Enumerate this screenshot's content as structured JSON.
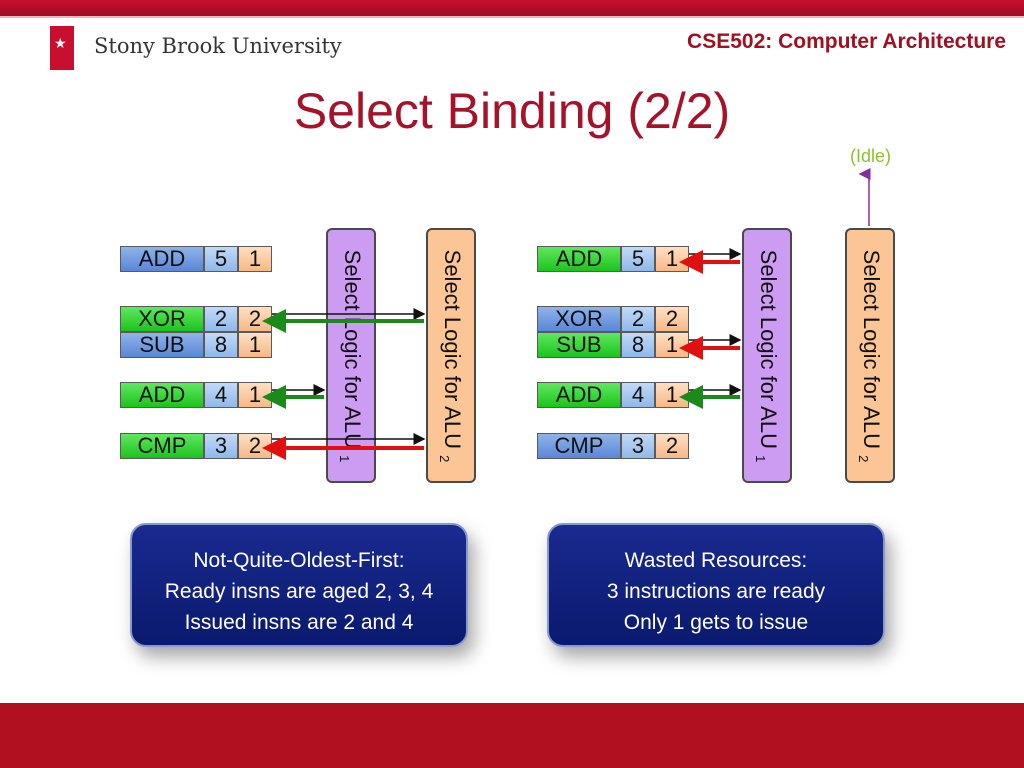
{
  "header": {
    "logo_text": "Stony Brook University",
    "course": "CSE502: Computer Architecture"
  },
  "title": "Select Binding (2/2)",
  "left": {
    "rows": [
      {
        "op": "ADD",
        "age": "5",
        "lat": "1",
        "op_color": "blue"
      },
      {
        "op": "XOR",
        "age": "2",
        "lat": "2",
        "op_color": "green"
      },
      {
        "op": "SUB",
        "age": "8",
        "lat": "1",
        "op_color": "blue"
      },
      {
        "op": "ADD",
        "age": "4",
        "lat": "1",
        "op_color": "green"
      },
      {
        "op": "CMP",
        "age": "3",
        "lat": "2",
        "op_color": "green"
      }
    ],
    "alu1": {
      "label": "Select Logic for ALU",
      "sub": "1"
    },
    "alu2": {
      "label": "Select Logic for ALU",
      "sub": "2"
    },
    "callout": [
      "Not-Quite-Oldest-First:",
      "Ready insns are aged 2, 3, 4",
      "Issued insns are 2 and 4"
    ]
  },
  "right": {
    "rows": [
      {
        "op": "ADD",
        "age": "5",
        "lat": "1",
        "op_color": "green"
      },
      {
        "op": "XOR",
        "age": "2",
        "lat": "2",
        "op_color": "blue"
      },
      {
        "op": "SUB",
        "age": "8",
        "lat": "1",
        "op_color": "green"
      },
      {
        "op": "ADD",
        "age": "4",
        "lat": "1",
        "op_color": "green"
      },
      {
        "op": "CMP",
        "age": "3",
        "lat": "2",
        "op_color": "blue"
      }
    ],
    "alu1": {
      "label": "Select Logic for ALU",
      "sub": "1"
    },
    "alu2": {
      "label": "Select Logic for ALU",
      "sub": "2"
    },
    "idle_label": "(Idle)",
    "callout": [
      "Wasted Resources:",
      "3 instructions are ready",
      "Only 1 gets to issue"
    ]
  },
  "colors": {
    "brand_red": "#a5122a",
    "grant_green": "#1a8a1a",
    "grant_red": "#e01010",
    "idle_purple": "#8a2aa0"
  }
}
